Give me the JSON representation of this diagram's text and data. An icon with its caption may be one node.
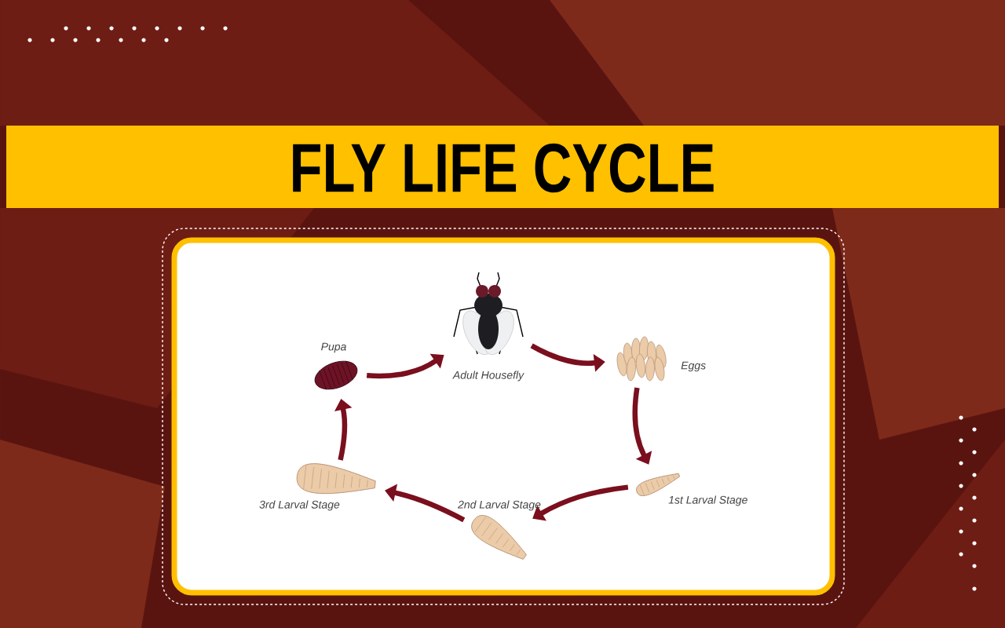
{
  "diagram": {
    "title": "FLY LIFE CYCLE",
    "nodes": [
      {
        "text": [],
        "shape": "picture",
        "beside": [
          "Adult Housefly"
        ]
      },
      {
        "text": [],
        "shape": "picture",
        "beside": [
          "Eggs"
        ]
      },
      {
        "text": [],
        "shape": "picture",
        "beside": [
          "1st Larval Stage"
        ]
      },
      {
        "text": [],
        "shape": "picture",
        "beside": [
          "2nd Larval Stage"
        ]
      },
      {
        "text": [],
        "shape": "picture",
        "beside": [
          "3rd Larval Stage"
        ]
      },
      {
        "text": [],
        "shape": "picture",
        "beside": [
          "Pupa"
        ]
      }
    ],
    "edges": [
      {
        "from": 0,
        "to": 1,
        "arrow": "to"
      },
      {
        "from": 1,
        "to": 2,
        "arrow": "to"
      },
      {
        "from": 2,
        "to": 3,
        "arrow": "to"
      },
      {
        "from": 3,
        "to": 4,
        "arrow": "to"
      },
      {
        "from": 4,
        "to": 5,
        "arrow": "to"
      },
      {
        "from": 5,
        "to": 0,
        "arrow": "to"
      }
    ]
  }
}
